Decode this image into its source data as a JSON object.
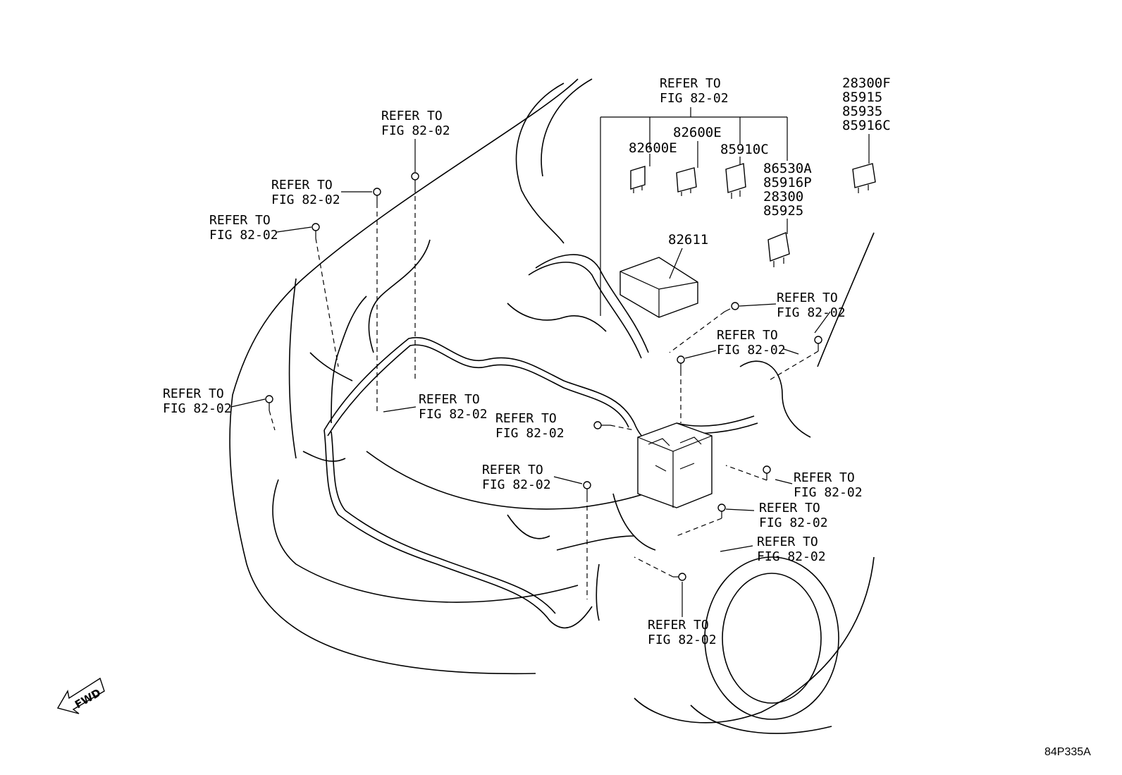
{
  "refer_text": {
    "line1": "REFER TO",
    "line2": "FIG 82-02"
  },
  "parts": {
    "fuse_a": "82600E",
    "fuse_b": "82600E",
    "relay_c": "85910C",
    "relay_group": [
      "86530A",
      "85916P",
      "28300",
      "85925"
    ],
    "relay_f_group": [
      "28300F",
      "85915",
      "85935",
      "85916C"
    ],
    "junction_cover": "82611"
  },
  "direction_marker": "FWD",
  "illustration_code": "84P335A"
}
